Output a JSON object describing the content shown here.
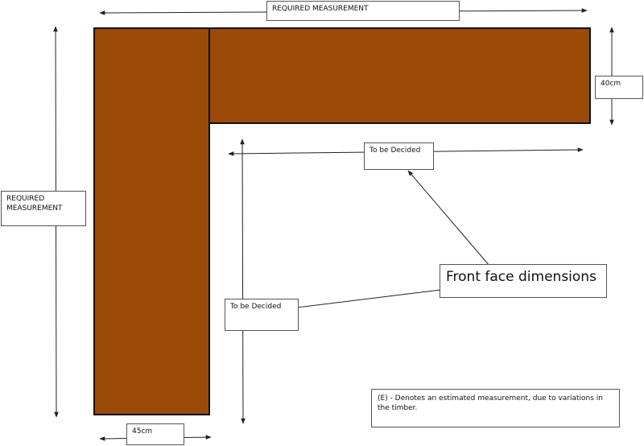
{
  "colors": {
    "timber": "#9b4a07",
    "outline": "#111111",
    "arrow": "#222222"
  },
  "labels": {
    "top_width": "REQUIRED MEASUREMENT",
    "left_height": "REQUIRED MEASUREMENT",
    "arm_depth": "40cm",
    "leg_width": "45cm",
    "inner_width": "To be Decided",
    "inner_height": "To be Decided",
    "front_face": "Front face dimensions",
    "note": "(E) - Denotes an estimated measurement, due to variations in the timber."
  }
}
